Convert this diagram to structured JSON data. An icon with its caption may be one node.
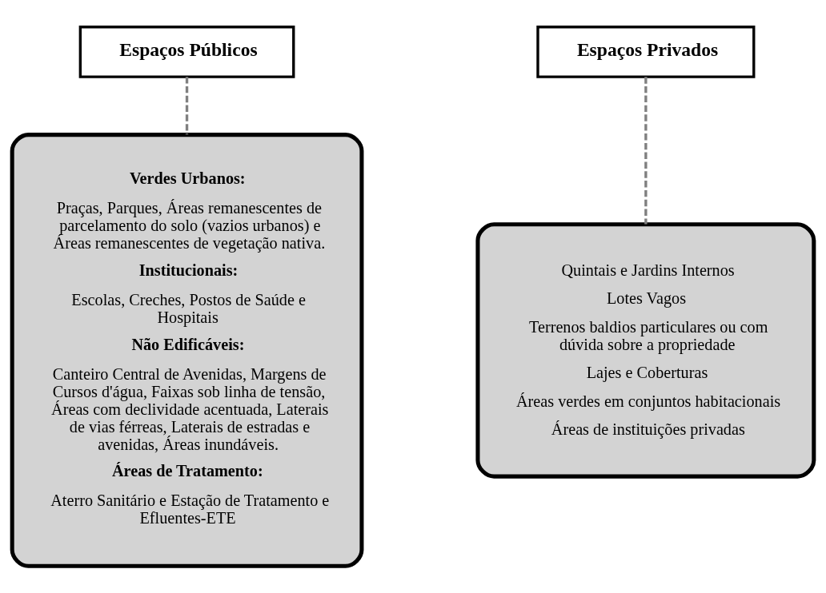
{
  "diagram": {
    "nodes": [
      {
        "text": [
          "Espaços Públicos"
        ]
      },
      {
        "text": [
          "Verdes Urbanos:",
          "Praças, Parques, Áreas remanescentes de parcelamento do solo (vazios urbanos) e Áreas remanescentes de vegetação nativa.",
          "Institucionais:",
          "Escolas, Creches, Postos de Saúde e Hospitais",
          "Não Edificáveis:",
          "Canteiro Central de Avenidas, Margens de Cursos d'água, Faixas sob linha de tensão, Áreas com declividade acentuada, Laterais de vias férreas, Laterais de estradas e avenidas, Áreas inundáveis.",
          "Áreas de Tratamento:",
          "Aterro Sanitário e Estação de Tratamento e Efluentes-ETE"
        ]
      },
      {
        "text": [
          "Espaços Privados"
        ]
      },
      {
        "text": [
          "Quintais e Jardins Internos",
          "Lotes Vagos",
          "Terrenos baldios particulares ou com dúvida sobre a propriedade",
          "Lajes e Coberturas",
          "Áreas verdes em conjuntos habitacionais",
          "Áreas de instituições privadas"
        ]
      }
    ],
    "edges": [
      {
        "from": 0,
        "to": 1,
        "arrow": "none",
        "style": "dashed",
        "color": "#808080"
      },
      {
        "from": 2,
        "to": 3,
        "arrow": "none",
        "style": "dashed",
        "color": "#808080"
      }
    ]
  }
}
